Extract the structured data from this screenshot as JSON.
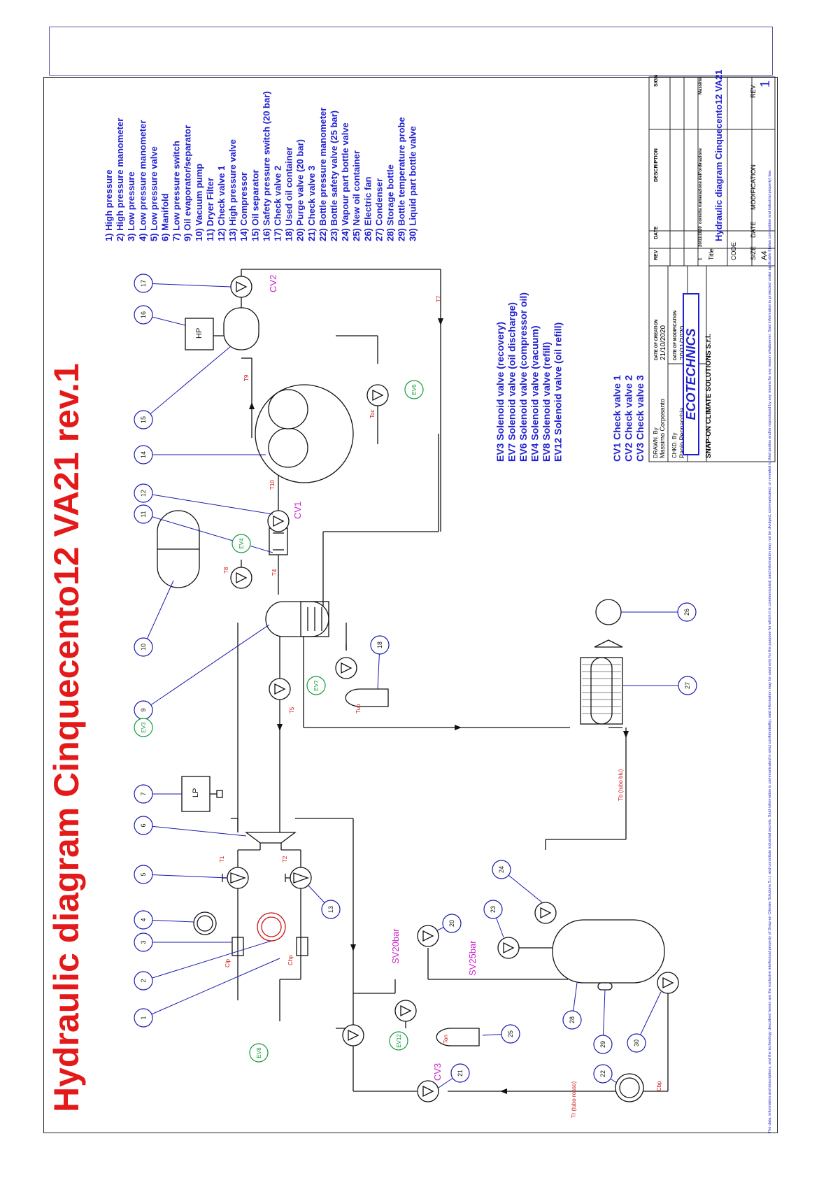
{
  "title": "Hydraulic diagram Cinquecento12 VA21 rev.1",
  "legend": [
    "1) High pressure",
    "2) High pressure manometer",
    "3) Low pressure",
    "4) Low pressure manometer",
    "5) Low pressure valve",
    "6) Manifold",
    "7) Low pressure switch",
    "9) Oil evaporator/separator",
    "10) Vacuum pump",
    "11) Dryer Filter",
    "12) Check valve 1",
    "13) High pressure valve",
    "14) Compressor",
    "15) Oil separator",
    "16) Safety pressure switch (20 bar)",
    "17) Check valve 2",
    "18) Used oil container",
    "20) Purge valve (20 bar)",
    "21) Check valve 3",
    "22) Bottle pressure manometer",
    "23) Bottle safety valve (25 bar)",
    "24) Vapour part bottle valve",
    "25) New oil container",
    "26) Electric fan",
    "27) Condenser",
    "28) Storage bottle",
    "29) Bottle temperature probe",
    "30) Liquid part bottle valve"
  ],
  "solenoid_legend": [
    "EV3 Solenoid valve (recovery)",
    "EV7 Solenoid valve (oil discharge)",
    "EV6 Solenoid valve (compressor oil)",
    "EV4 Solenoid valve (vacuum)",
    "EV8 Solenoid valve (refill)",
    "EV12 Solenoid valve (oil refill)"
  ],
  "check_legend": [
    "CV1 Check valve 1",
    "CV2 Check valve 2",
    "CV3 Check valve 3"
  ],
  "components": {
    "solenoids": [
      "EV3",
      "EV4",
      "EV6",
      "EV7",
      "EV8",
      "EV12"
    ],
    "checks": [
      "CV1",
      "CV2",
      "CV3"
    ],
    "switches": [
      "LP",
      "HP"
    ],
    "safety": [
      "SV20bar",
      "SV25bar"
    ],
    "pipes": [
      "T1",
      "T2",
      "T4",
      "T5",
      "T7",
      "T8",
      "T9",
      "T10",
      "Tr (tubo rosso)",
      "Tb (tubo blu)",
      "Toc",
      "Tuo",
      "Ton"
    ],
    "gauges": [
      "Clp",
      "Chp",
      "Cbp"
    ],
    "numbers": [
      "1",
      "2",
      "3",
      "4",
      "5",
      "6",
      "7",
      "9",
      "10",
      "11",
      "12",
      "13",
      "14",
      "15",
      "16",
      "17",
      "18",
      "20",
      "21",
      "22",
      "23",
      "24",
      "25",
      "26",
      "27",
      "28",
      "29",
      "30"
    ]
  },
  "title_block": {
    "drawn_by_label": "DRAWN. By",
    "drawn_by": "Massimo Corposanto",
    "checked_by_label": "CHKD. By",
    "checked_by": "Paolo Pennacchia",
    "date_creation_label": "DATE OF CREATION",
    "date_creation": "21/10/2020",
    "date_modification_label": "DATE OF MODIFICATION",
    "date_modification": "20/11/2020",
    "logo": "ECOTECHNICS",
    "company": "SNAP-ON CLIMATE SOLUTIONS S.r.l.",
    "title_label": "Title",
    "title": "Hydraulic diagram Cinquecento12 VA21",
    "code_label": "CODE",
    "size_label": "SIZE",
    "size": "A4",
    "date_label": "DATE",
    "modification_label": "MODIFICATION",
    "rev_label": "REV.",
    "rev": "1",
    "rev_table_headers": [
      "REV",
      "DATE",
      "DESCRIPTION",
      "SIGN"
    ],
    "rev_row": [
      "1",
      "20/11/2020",
      "corretta numerazione dell'ordinazione",
      "Massimo"
    ],
    "disclaimer": "The data, information and descriptions, and the technology described herein are the exclusive intellectual property of Snap-on Climate Solutions S.r.l. and constitute industrial secrets. Said information is communicated in strict confidentiality; said information may be used only for the purpose for which it is communicated; said information may not be divulged, communicated, or revealed to third parties and/or reproduced by any means for any reason whatsoever. Said information is protected under applicable (Italian competition and industrial property) law."
  },
  "colors": {
    "title_red": "#e41a1a",
    "legend_blue": "#2020d0",
    "ev_green": "#159a3a",
    "pipe_red": "#cc1111",
    "magenta": "#cc22cc",
    "line": "#111111"
  }
}
